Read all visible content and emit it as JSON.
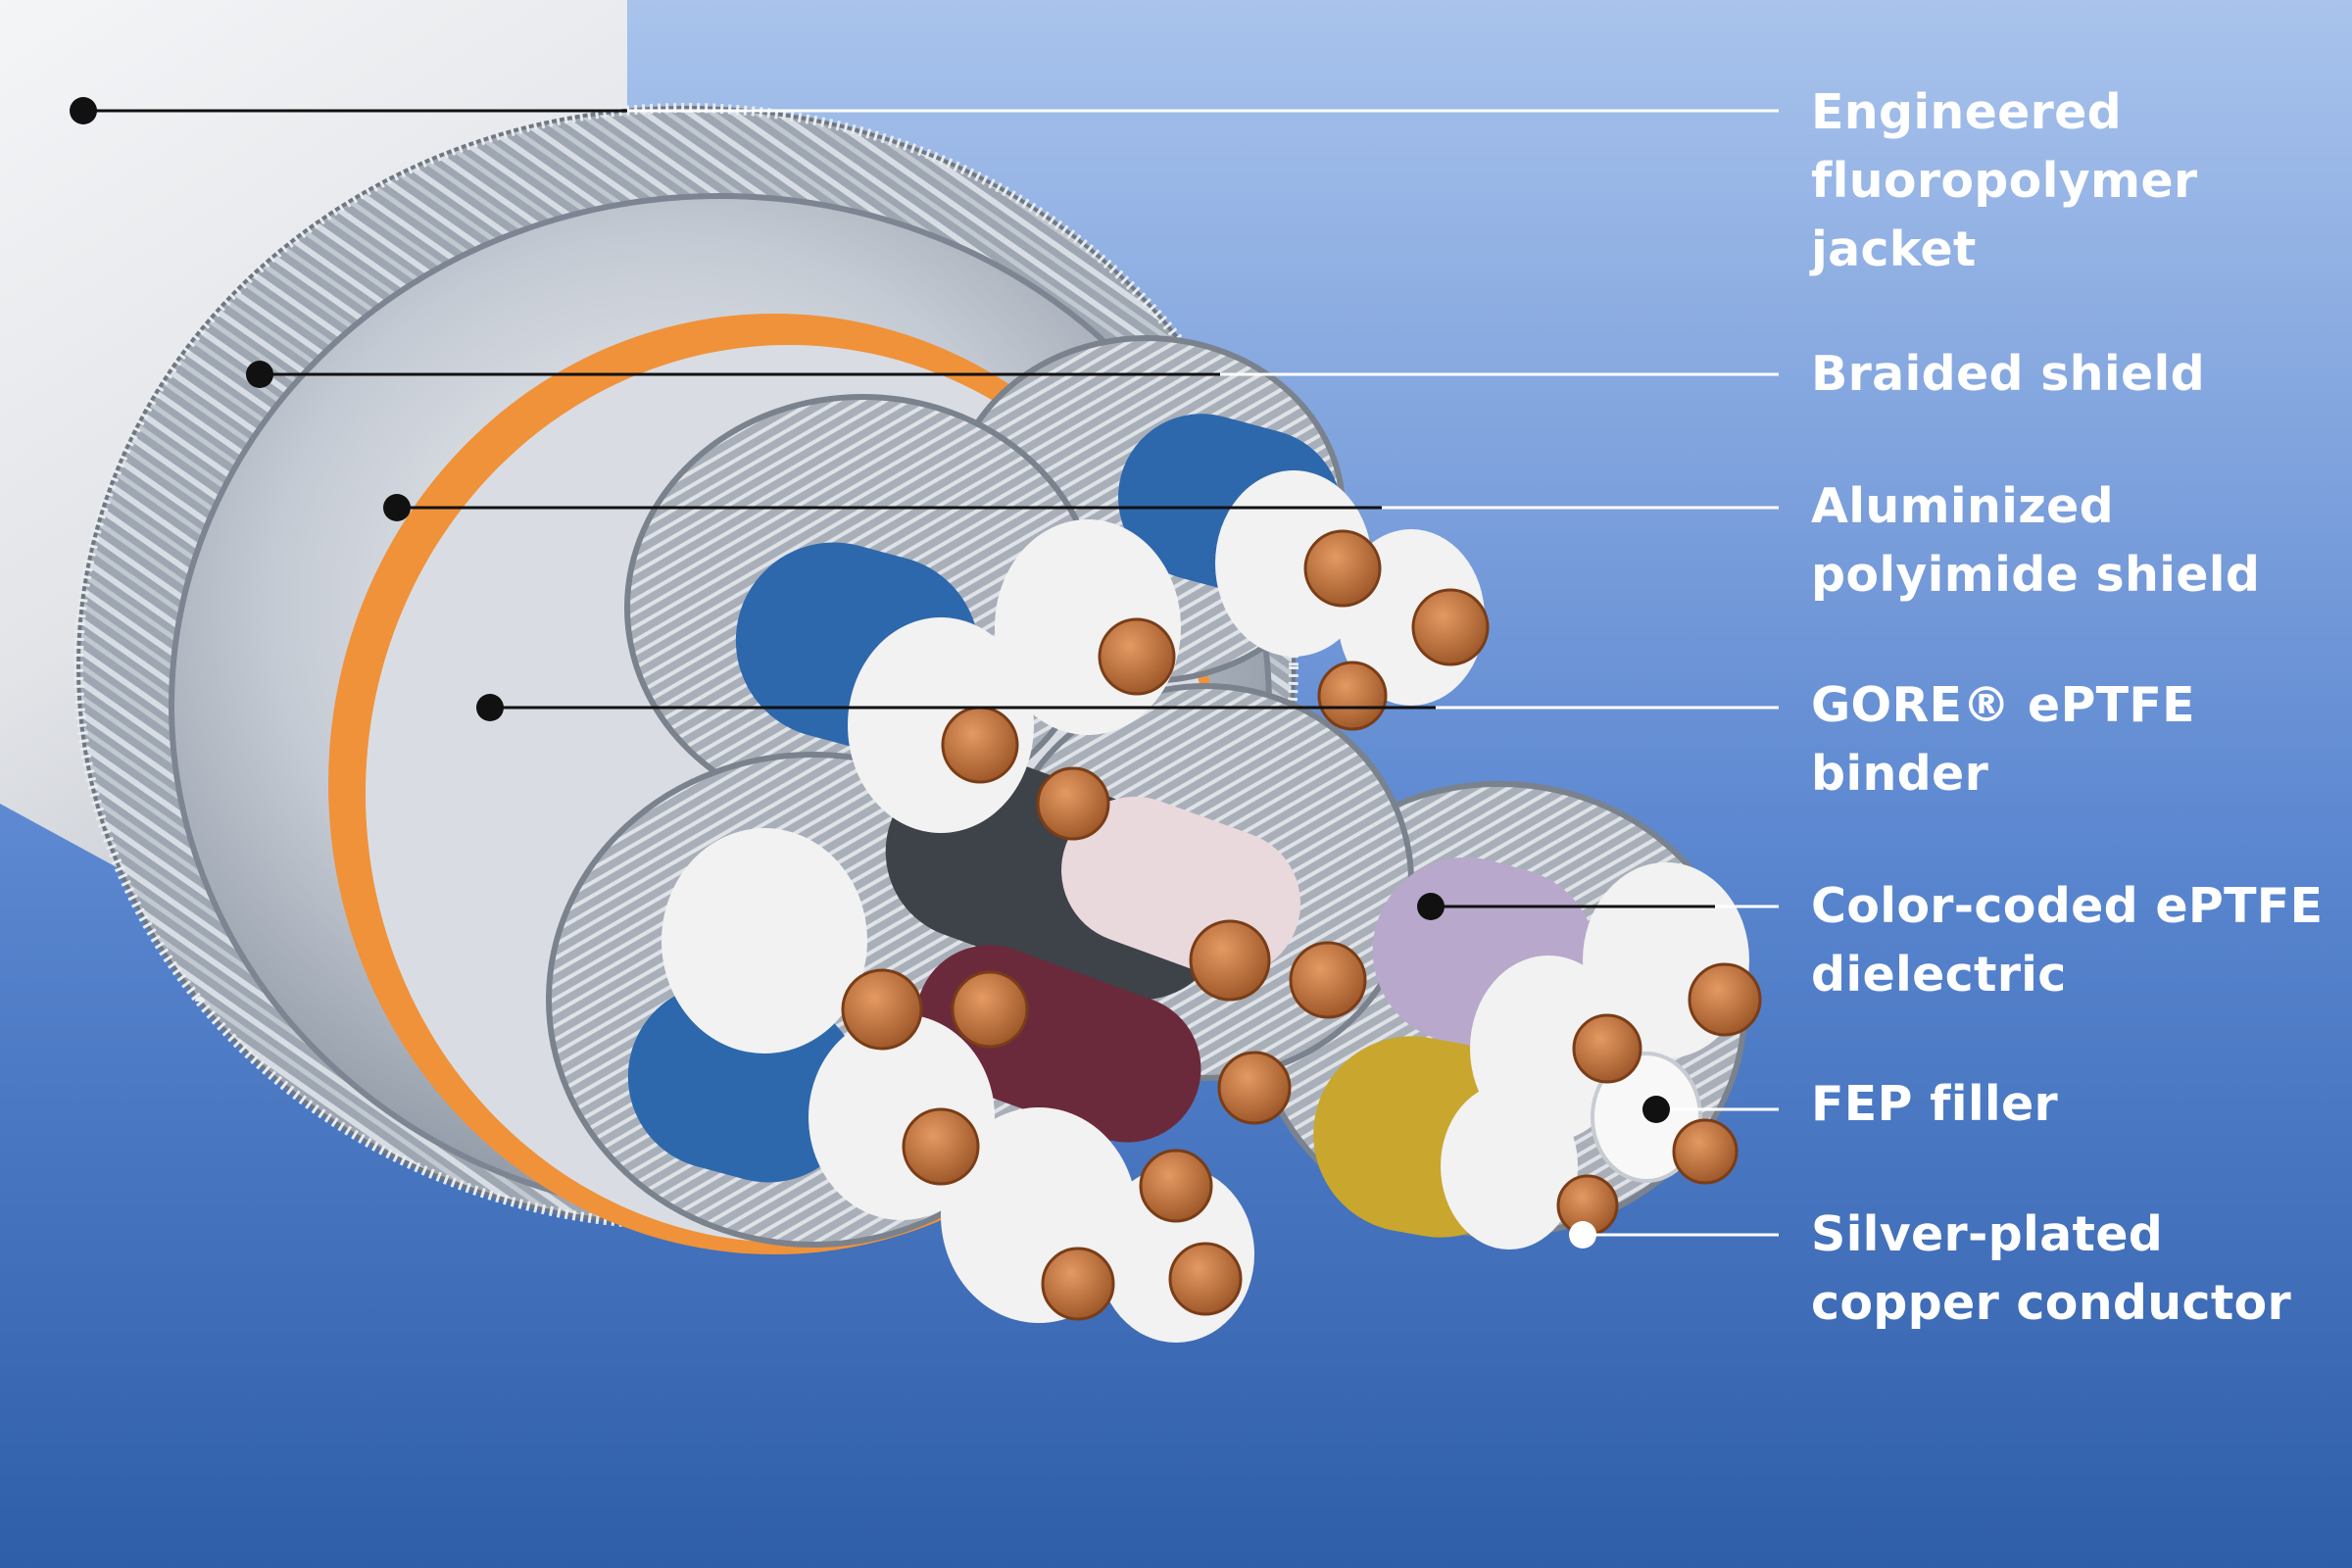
{
  "labels": [
    {
      "name": "label-jacket",
      "lines": [
        "Engineered",
        "fluoropolymer",
        "jacket"
      ]
    },
    {
      "name": "label-braided-shield",
      "lines": [
        "Braided shield"
      ]
    },
    {
      "name": "label-aluminized-shield",
      "lines": [
        "Aluminized",
        "polyimide shield"
      ]
    },
    {
      "name": "label-binder",
      "lines": [
        "GORE® ePTFE",
        "binder"
      ]
    },
    {
      "name": "label-dielectric",
      "lines": [
        "Color-coded ePTFE",
        "dielectric"
      ]
    },
    {
      "name": "label-filler",
      "lines": [
        "FEP filler"
      ]
    },
    {
      "name": "label-conductor",
      "lines": [
        "Silver-plated",
        "copper conductor"
      ]
    }
  ],
  "colors": {
    "background_top": "#a9c3ec",
    "background_bottom": "#2f5ea8",
    "jacket": "#e6e8ec",
    "binder_orange": "#f0923a",
    "copper": "#c0703a",
    "dielectric_blue": "#2d68ad",
    "dielectric_white": "#f2f2f2",
    "dielectric_black": "#3e4249",
    "dielectric_maroon": "#6b2a3c",
    "dielectric_pink": "#e9d8dc",
    "dielectric_lavender": "#b8a8cc",
    "dielectric_yellow": "#c9a62d"
  }
}
